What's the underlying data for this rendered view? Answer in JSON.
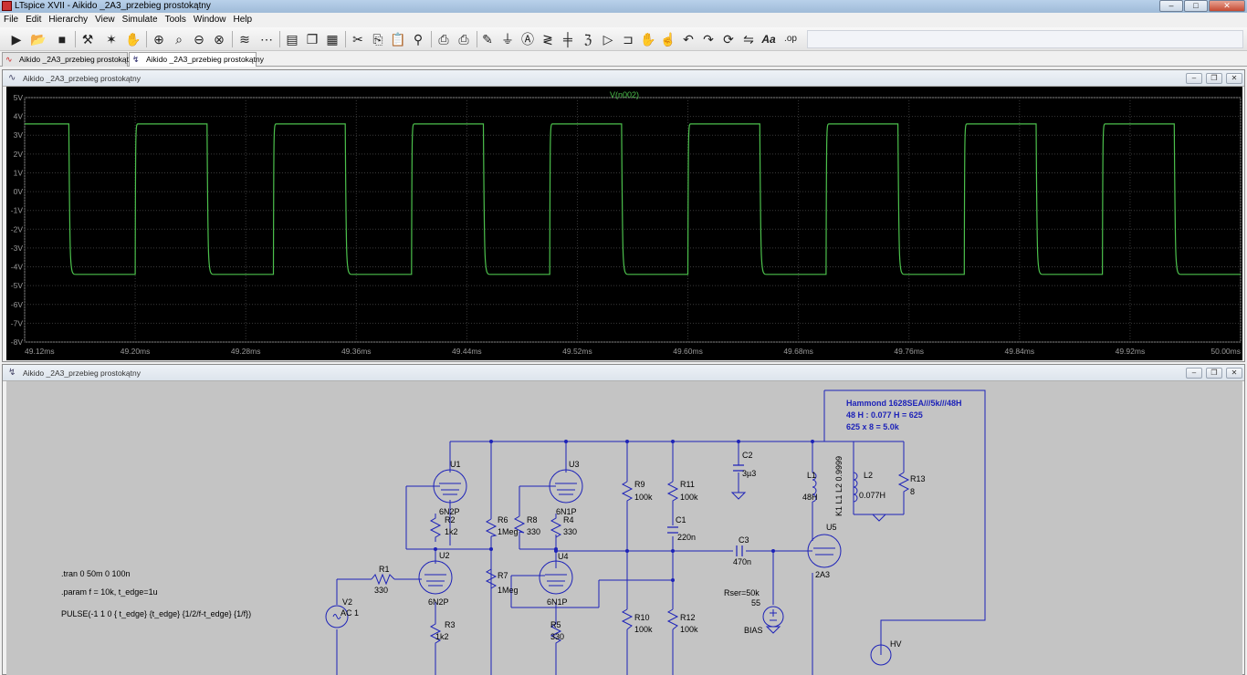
{
  "window": {
    "title": "LTspice XVII - Aikido _2A3_przebieg prostokątny"
  },
  "menu": [
    "File",
    "Edit",
    "Hierarchy",
    "View",
    "Simulate",
    "Tools",
    "Window",
    "Help"
  ],
  "toolbar_icons": [
    "run-icon",
    "open-icon",
    "save-icon",
    "control-panel-icon",
    "halt-icon",
    "pan-hand-icon",
    "zoom-in-icon",
    "zoom-area-icon",
    "zoom-out-icon",
    "zoom-cancel-icon",
    "autorange-icon",
    "grid-icon",
    "tile-horizontal-icon",
    "cascade-icon",
    "tile-icon",
    "cut-icon",
    "copy-icon",
    "paste-icon",
    "find-icon",
    "print-setup-icon",
    "print-icon",
    "wire-icon",
    "ground-icon",
    "label-net-icon",
    "resistor-icon",
    "capacitor-icon",
    "inductor-icon",
    "diode-icon",
    "component-icon",
    "move-icon",
    "drag-icon",
    "undo-icon",
    "redo-icon",
    "rotate-icon",
    "mirror-icon",
    "text-icon",
    "spice-directive-icon"
  ],
  "tabs": [
    {
      "label": "Aikido _2A3_przebieg prostokątny",
      "icon": "waveform-icon"
    },
    {
      "label": "Aikido _2A3_przebieg prostokątny",
      "icon": "schematic-icon"
    }
  ],
  "plot_window": {
    "title": "Aikido _2A3_przebieg prostokątny",
    "trace_name": "V(n002)",
    "trace_color": "#4cc04c",
    "y_ticks": [
      "5V",
      "4V",
      "3V",
      "2V",
      "1V",
      "0V",
      "-1V",
      "-2V",
      "-3V",
      "-4V",
      "-5V",
      "-6V",
      "-7V",
      "-8V"
    ],
    "x_ticks": [
      "49.12ms",
      "49.20ms",
      "49.28ms",
      "49.36ms",
      "49.44ms",
      "49.52ms",
      "49.60ms",
      "49.68ms",
      "49.76ms",
      "49.84ms",
      "49.92ms",
      "50.00ms"
    ]
  },
  "chart_data": {
    "type": "line",
    "title": "V(n002)",
    "xlabel": "",
    "ylabel": "",
    "xlim": [
      49.12,
      50.0
    ],
    "ylim": [
      -8,
      5
    ],
    "grid": true,
    "series": [
      {
        "name": "V(n002)",
        "high": 3.6,
        "low": -4.4,
        "overshoot": 3.75,
        "x_ms": [
          49.12,
          49.152,
          49.157,
          49.2,
          49.202,
          49.252,
          49.257,
          49.3,
          49.302,
          49.352,
          49.357,
          49.4,
          49.402,
          49.452,
          49.457,
          49.5,
          49.502,
          49.552,
          49.557,
          49.6,
          49.602,
          49.652,
          49.657,
          49.7,
          49.702,
          49.752,
          49.757,
          49.8,
          49.802,
          49.852,
          49.857,
          49.9,
          49.902,
          49.952,
          49.957,
          50.0
        ],
        "y_v": [
          3.6,
          3.6,
          -4.4,
          -4.4,
          3.6,
          3.6,
          -4.4,
          -4.4,
          3.6,
          3.6,
          -4.4,
          -4.4,
          3.6,
          3.6,
          -4.4,
          -4.4,
          3.6,
          3.6,
          -4.4,
          -4.4,
          3.6,
          3.6,
          -4.4,
          -4.4,
          3.6,
          3.6,
          -4.4,
          -4.4,
          3.6,
          3.6,
          -4.4,
          -4.4,
          3.6,
          3.6,
          -4.4,
          -4.4
        ]
      }
    ]
  },
  "schematic_window": {
    "title": "Aikido _2A3_przebieg prostokątny",
    "directives": [
      ".tran 0 50m 0 100n",
      ".param f = 10k, t_edge=1u",
      "PULSE(-1 1 0 { t_edge} {t_edge} {1/2/f-t_edge} {1/f})"
    ],
    "note": [
      "Hammond 1628SEA///5k///48H",
      "48 H : 0.077 H = 625",
      "625 x 8 = 5.0k"
    ],
    "labels": {
      "u1": "U1",
      "u1_model": "6N2P",
      "u2": "U2",
      "u2_model": "6N2P",
      "u3": "U3",
      "u3_model": "6N1P",
      "u4": "U4",
      "u4_model": "6N1P",
      "u5": "U5",
      "u5_model": "2A3",
      "r1": "R1",
      "r1_v": "330",
      "r2": "R2",
      "r2_v": "1k2",
      "r3": "R3",
      "r3_v": "1k2",
      "r4": "R4",
      "r4_v": "330",
      "r5": "R5",
      "r5_v": "330",
      "r6": "R6",
      "r6_v": "1Meg",
      "r7": "R7",
      "r7_v": "1Meg",
      "r8": "R8",
      "r8_v": "330",
      "r9": "R9",
      "r9_v": "100k",
      "r10": "R10",
      "r10_v": "100k",
      "r11": "R11",
      "r11_v": "100k",
      "r12": "R12",
      "r12_v": "100k",
      "r13": "R13",
      "r13_v": "8",
      "c1": "C1",
      "c1_v": "220n",
      "c2": "C2",
      "c2_v": "3µ3",
      "c3": "C3",
      "c3_v": "470n",
      "l1": "L1",
      "l1_v": "48H",
      "l2": "L2",
      "l2_v": "0.077H",
      "k": "K1 L1 L2 0.9999",
      "v2": "V2",
      "v2_v": "AC 1",
      "bias_rser": "Rser=50k",
      "bias_v": "55",
      "bias": "BIAS",
      "hv": "HV"
    }
  }
}
